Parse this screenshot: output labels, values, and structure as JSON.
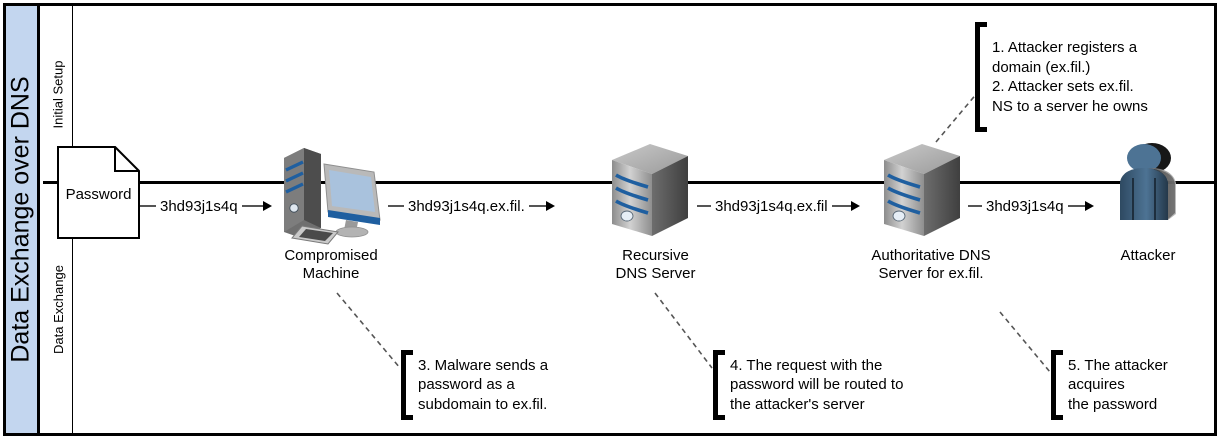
{
  "diagram": {
    "pool_title": "Data Exchange over DNS",
    "lanes": [
      {
        "id": "initial-setup",
        "label": "Initial Setup"
      },
      {
        "id": "data-exchange",
        "label": "Data Exchange"
      }
    ]
  },
  "document": {
    "label": "Password"
  },
  "nodes": [
    {
      "id": "compromised-machine",
      "caption": "Compromised\nMachine",
      "icon": "desktop-computer-icon"
    },
    {
      "id": "recursive-dns-server",
      "caption": "Recursive\nDNS Server",
      "icon": "server-icon"
    },
    {
      "id": "authoritative-dns-server",
      "caption": "Authoritative DNS\nServer for ex.fil.",
      "icon": "server-icon"
    },
    {
      "id": "attacker",
      "caption": "Attacker",
      "icon": "person-icon"
    }
  ],
  "flows": [
    {
      "id": "flow-1",
      "label": "3hd93j1s4q"
    },
    {
      "id": "flow-2",
      "label": "3hd93j1s4q.ex.fil."
    },
    {
      "id": "flow-3",
      "label": "3hd93j1s4q.ex.fil"
    },
    {
      "id": "flow-4",
      "label": "3hd93j1s4q"
    }
  ],
  "callouts": [
    {
      "id": "callout-1-2",
      "text": "1. Attacker registers a\n     domain (ex.fil.)\n2. Attacker sets ex.fil.\n     NS to a server he owns"
    },
    {
      "id": "callout-3",
      "text": "3. Malware sends a\n    password as a\n     subdomain to ex.fil."
    },
    {
      "id": "callout-4",
      "text": "4. The request with the\n    password will be routed to\n    the attacker's server"
    },
    {
      "id": "callout-5",
      "text": "5. The attacker\n    acquires\n    the password"
    }
  ],
  "colors": {
    "pool_band": "#c3d6ef",
    "server_body": "#6e6e6e",
    "server_stripe": "#1f5fa0",
    "monitor_screen": "#a9c2dd",
    "attacker_body": "#35536e",
    "outline": "#000000"
  }
}
